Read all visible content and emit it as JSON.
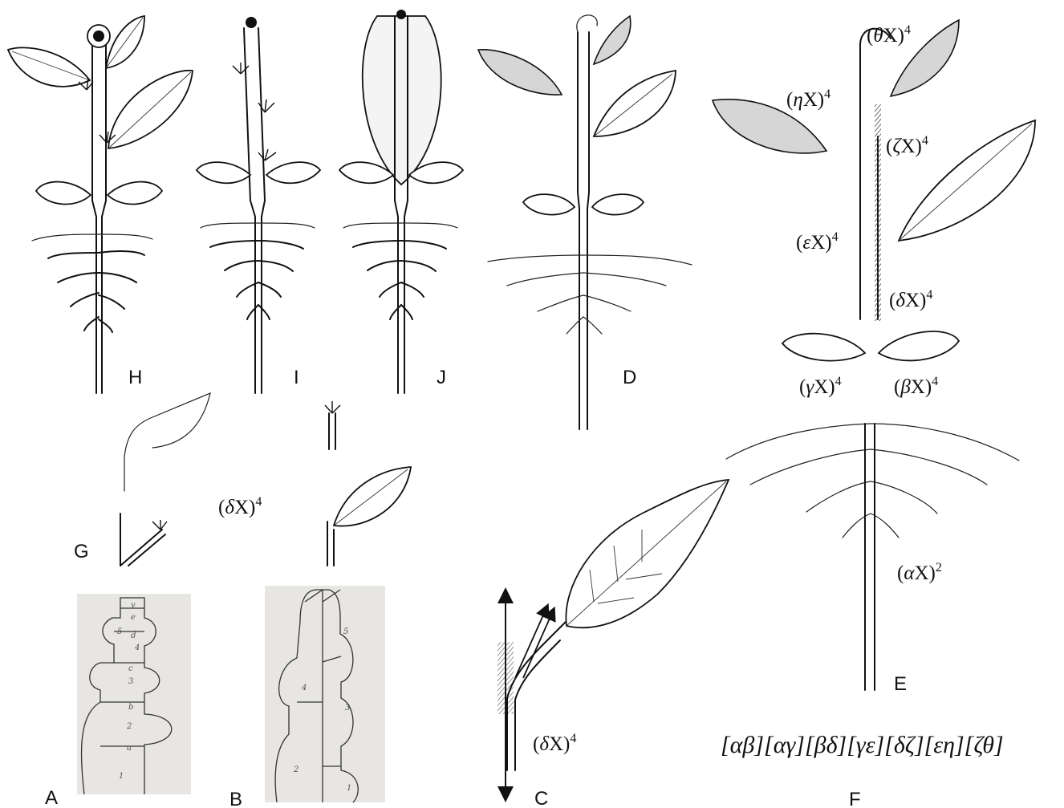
{
  "panel_labels": {
    "H": "H",
    "I": "I",
    "J": "J",
    "D": "D",
    "E": "E",
    "G": "G",
    "A": "A",
    "B": "B",
    "C": "C",
    "F": "F"
  },
  "element_labels": {
    "theta": {
      "greek": "θ",
      "x": "X",
      "sup": "4"
    },
    "eta": {
      "greek": "η",
      "x": "X",
      "sup": "4"
    },
    "zeta": {
      "greek": "ζ",
      "x": "X",
      "sup": "4"
    },
    "epsilon": {
      "greek": "ε",
      "x": "X",
      "sup": "4"
    },
    "delta": {
      "greek": "δ",
      "x": "X",
      "sup": "4"
    },
    "gamma": {
      "greek": "γ",
      "x": "X",
      "sup": "4"
    },
    "beta": {
      "greek": "β",
      "x": "X",
      "sup": "4"
    },
    "alpha": {
      "greek": "α",
      "x": "X",
      "sup": "2"
    },
    "delta_g": {
      "greek": "δ",
      "x": "X",
      "sup": "4"
    },
    "delta_c": {
      "greek": "δ",
      "x": "X",
      "sup": "4"
    }
  },
  "formula": "[αβ][αγ][βδ][γε][δζ][εη][ζθ]",
  "sketch_numbers": {
    "A": [
      "v",
      "e",
      "5",
      "d",
      "4",
      "c",
      "3",
      "b",
      "2",
      "a",
      "1"
    ],
    "B": [
      "5",
      "4",
      "3",
      "2",
      "1"
    ]
  },
  "colors": {
    "ink": "#111111",
    "sketch_bg": "#e8e6e2",
    "shaded_leaf": "#d6d6d6"
  }
}
